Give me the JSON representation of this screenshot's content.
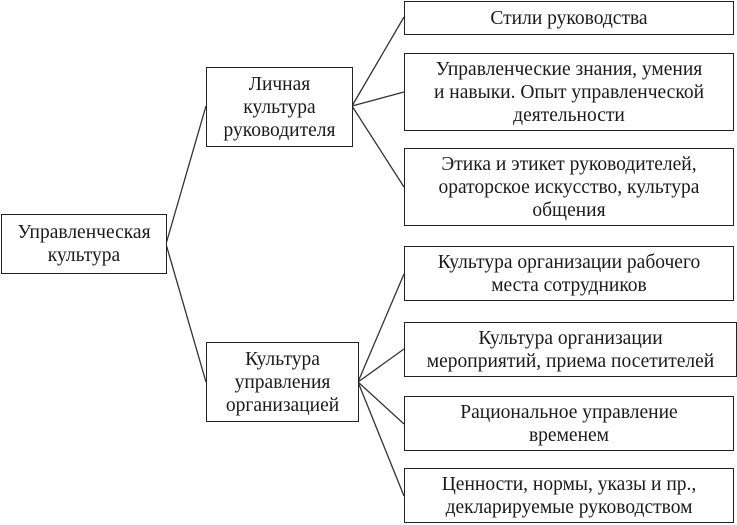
{
  "root": {
    "label": "Управленческая культура",
    "lines": [
      "Управленческая",
      "культура"
    ]
  },
  "branches": [
    {
      "lines": [
        "Личная",
        "культура",
        "руководителя"
      ],
      "children": [
        {
          "lines": [
            "Стили руководства"
          ]
        },
        {
          "lines": [
            "Управленческие знания, умения",
            "и навыки. Опыт управленческой",
            "деятельности"
          ]
        },
        {
          "lines": [
            "Этика и этикет руководителей,",
            "ораторское искусство, культура",
            "общения"
          ]
        }
      ]
    },
    {
      "lines": [
        "Культура",
        "управления",
        "организацией"
      ],
      "children": [
        {
          "lines": [
            "Культура организации рабочего",
            "места сотрудников"
          ]
        },
        {
          "lines": [
            "Культура организации",
            "мероприятий, приема посетителей"
          ]
        },
        {
          "lines": [
            "Рациональное управление",
            "временем"
          ]
        },
        {
          "lines": [
            "Ценности, нормы, указы и пр.,",
            "декларируемые руководством"
          ]
        }
      ]
    }
  ]
}
